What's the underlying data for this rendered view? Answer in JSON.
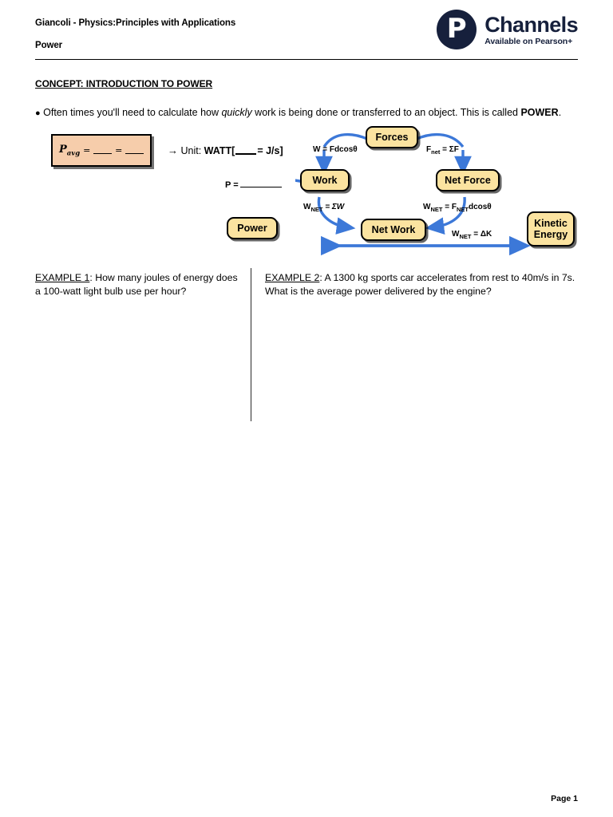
{
  "header": {
    "book_title": "Giancoli - Physics:Principles with Applications",
    "topic": "Power",
    "logo": {
      "mark_glyph": "P",
      "wordmark": "Channels",
      "tagline": "Available on Pearson+"
    }
  },
  "concept": {
    "heading": "CONCEPT: INTRODUCTION TO POWER",
    "bullet": {
      "dot": "●",
      "text_1": "Often times you'll need to calculate how ",
      "italic": "quickly",
      "text_2": " work is being done or transferred to an object. This is called ",
      "bold": "POWER",
      "text_3": "."
    }
  },
  "formula": {
    "symbol": "P",
    "subscript": "avg",
    "equals_1": "=",
    "equals_2": "=",
    "unit_arrow": "→",
    "unit_label": "Unit:",
    "unit_name": "WATT",
    "unit_open": "[",
    "unit_rel": "= J/s",
    "unit_close": "]"
  },
  "diagram": {
    "boxes": [
      {
        "id": "forces",
        "label": "Forces"
      },
      {
        "id": "work",
        "label": "Work"
      },
      {
        "id": "netforce",
        "label": "Net Force"
      },
      {
        "id": "power",
        "label": "Power"
      },
      {
        "id": "network",
        "label": "Net Work"
      },
      {
        "id": "kinetic",
        "label": "Kinetic\nEnergy"
      }
    ],
    "labels": [
      {
        "id": "work-eq",
        "text": "W = Fdcosθ"
      },
      {
        "id": "netforce-eq",
        "text": "F",
        "sub": "net",
        "rest": " = ΣF"
      },
      {
        "id": "power-eq",
        "text": "P ="
      },
      {
        "id": "wnet-sum",
        "text": "W",
        "sub": "NET",
        "rest": " = ΣW"
      },
      {
        "id": "wnet-fd",
        "text": "W",
        "sub": "NET",
        "rest": " = F",
        "sub2": "NET",
        "rest2": "dcosθ"
      },
      {
        "id": "wnet-dk",
        "text": "W",
        "sub": "NET",
        "rest": " = ΔK"
      }
    ],
    "colors": {
      "box_fill": "#FBE3A0",
      "box_border": "#000000",
      "arrow": "#3C78D8"
    }
  },
  "examples": [
    {
      "tag": "EXAMPLE 1",
      "colon": ":",
      "body": " How many joules of energy does a 100-watt light bulb use per hour?"
    },
    {
      "tag": "EXAMPLE 2",
      "colon": ":",
      "body": " A 1300 kg sports car accelerates from rest to 40m/s in 7s. What is the average power delivered by the engine?"
    }
  ],
  "footer": {
    "page_label": "Page 1"
  }
}
